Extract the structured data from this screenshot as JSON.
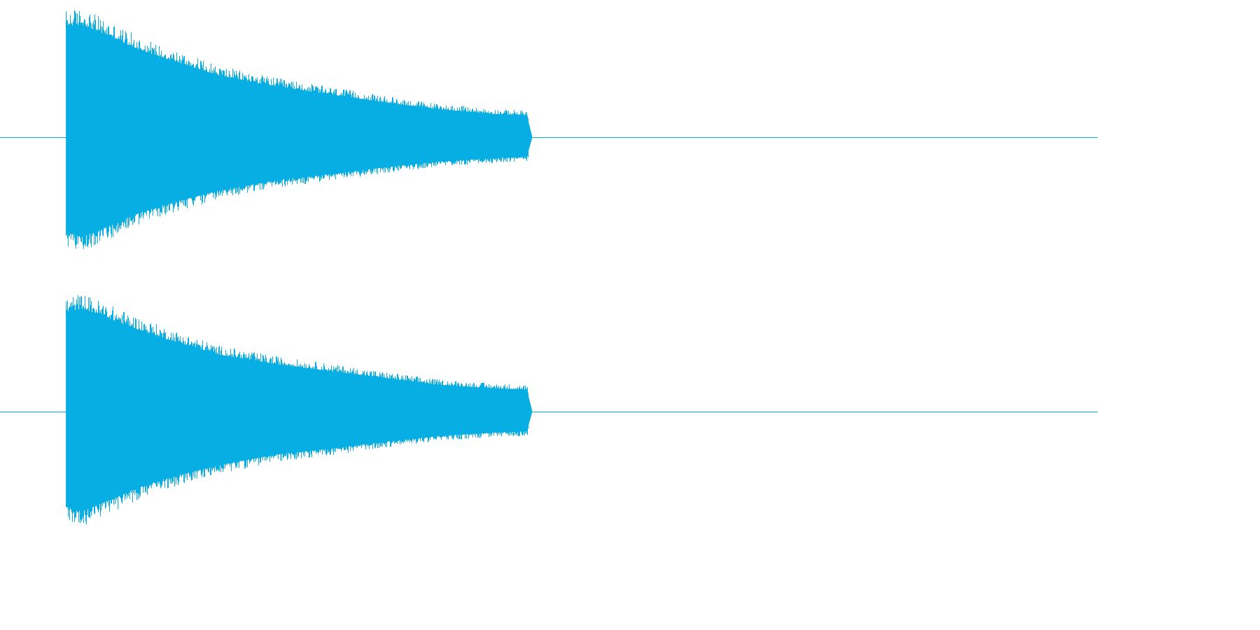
{
  "colors": {
    "background": "#ffffff",
    "waveform": "#06aee3",
    "baseline": "#06aee3"
  },
  "chart_data": {
    "type": "area",
    "title": "",
    "xlabel": "",
    "ylabel": "",
    "grid": false,
    "legend": "none",
    "ylim": [
      -1,
      1
    ],
    "channels": [
      {
        "name": "",
        "sound_start": 0.06,
        "sound_end": 0.485,
        "envelope": {
          "x": [
            0.06,
            0.075,
            0.1,
            0.125,
            0.15,
            0.2,
            0.25,
            0.3,
            0.35,
            0.4,
            0.45,
            0.48,
            0.485
          ],
          "upper": [
            0.96,
            0.97,
            0.87,
            0.76,
            0.68,
            0.53,
            0.44,
            0.37,
            0.3,
            0.24,
            0.2,
            0.19,
            0.0
          ],
          "lower": [
            -0.82,
            -0.86,
            -0.76,
            -0.66,
            -0.58,
            -0.46,
            -0.37,
            -0.32,
            -0.26,
            -0.21,
            -0.18,
            -0.17,
            0.0
          ]
        }
      },
      {
        "name": "",
        "sound_start": 0.06,
        "sound_end": 0.485,
        "envelope": {
          "x": [
            0.06,
            0.075,
            0.1,
            0.125,
            0.15,
            0.2,
            0.25,
            0.3,
            0.35,
            0.4,
            0.45,
            0.48,
            0.485
          ],
          "upper": [
            0.86,
            0.89,
            0.8,
            0.71,
            0.63,
            0.49,
            0.41,
            0.35,
            0.29,
            0.23,
            0.2,
            0.19,
            0.0
          ],
          "lower": [
            -0.82,
            -0.86,
            -0.76,
            -0.66,
            -0.58,
            -0.46,
            -0.37,
            -0.32,
            -0.26,
            -0.21,
            -0.18,
            -0.17,
            0.0
          ]
        }
      }
    ]
  }
}
